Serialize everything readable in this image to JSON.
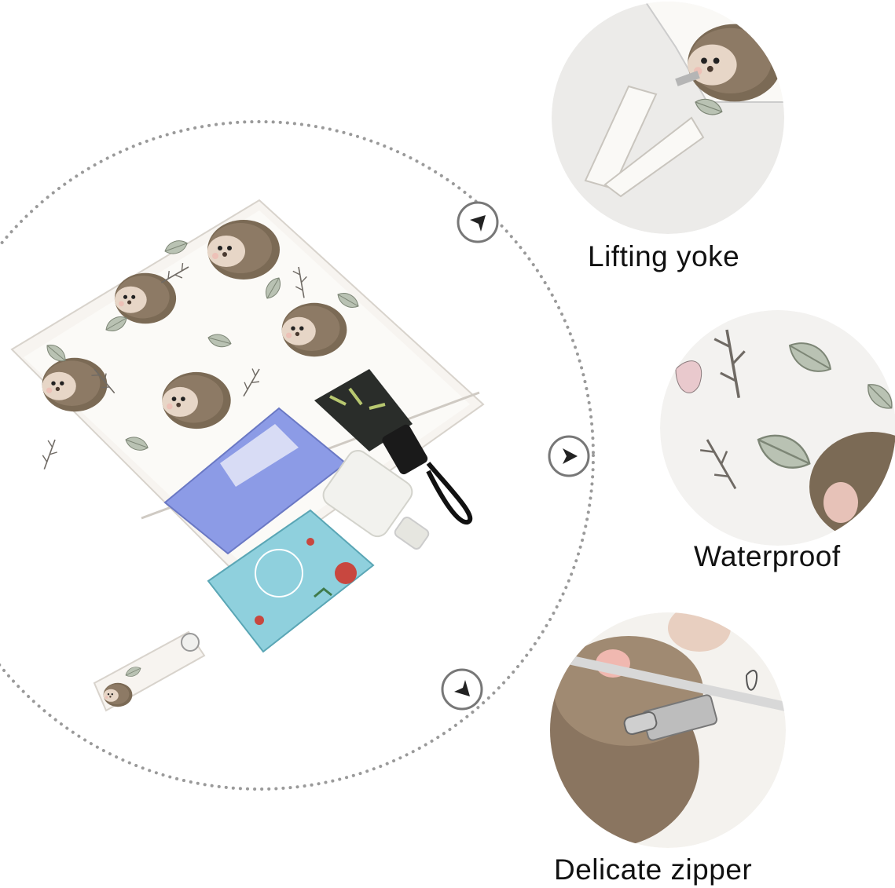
{
  "features": [
    {
      "label": "Lifting yoke",
      "icon": "cursor-arrow-icon"
    },
    {
      "label": "Waterproof",
      "icon": "cursor-arrow-icon"
    },
    {
      "label": "Delicate zipper",
      "icon": "cursor-arrow-icon"
    }
  ],
  "colors": {
    "dotted_ring": "#9a9a9a",
    "bag_fabric": "#f7f4f0",
    "hedgehog_brown": "#7b6a55",
    "leaf_green": "#8e9a86",
    "card_blue": "#8fd0dd",
    "pouch_purple": "#8c9be6",
    "umbrella_dark": "#2a2d2a",
    "bottle_white": "#f2f2ee",
    "zoom_bg": "#e9e8e6"
  }
}
